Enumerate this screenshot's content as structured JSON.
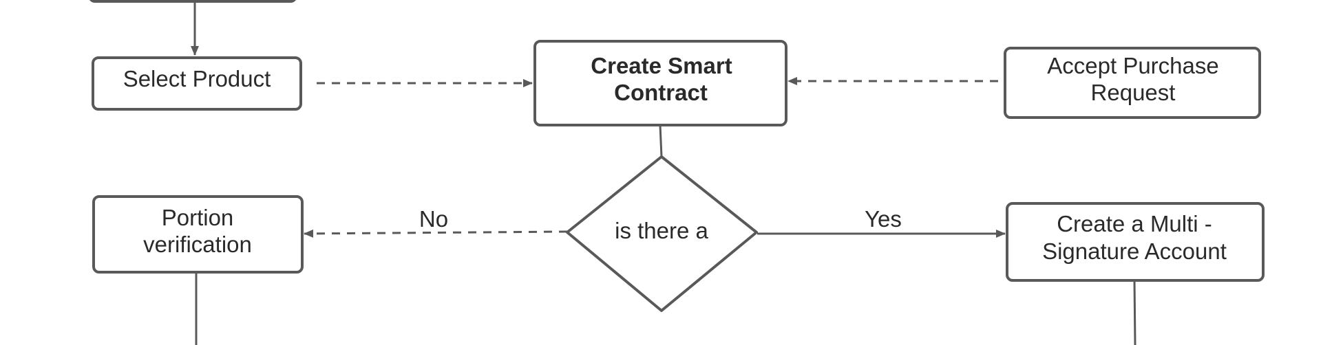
{
  "nodes": {
    "select_product": "Select Product",
    "create_smart_contract": [
      "Create Smart",
      "Contract"
    ],
    "accept_purchase_request": [
      "Accept Purchase",
      "Request"
    ],
    "portion_verification": [
      "Portion",
      "verification"
    ],
    "decision": "is there a",
    "create_multisig": [
      "Create a Multi -",
      "Signature Account"
    ]
  },
  "edges": {
    "no_label": "No",
    "yes_label": "Yes"
  },
  "colors": {
    "stroke": "#595959",
    "text": "#2a2a2a",
    "background": "#ffffff"
  }
}
